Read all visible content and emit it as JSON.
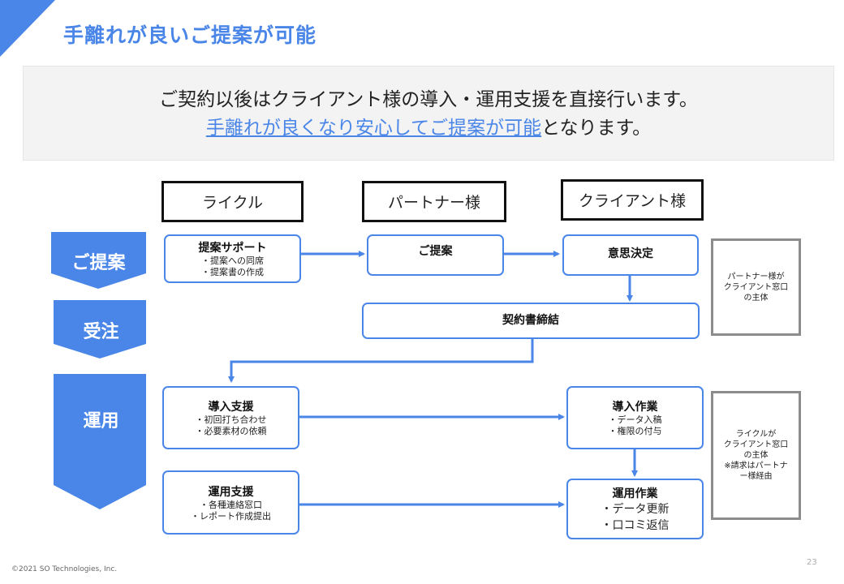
{
  "title": "手離れが良いご提案が可能",
  "lead": {
    "line1": "ご契約以後はクライアント様の導入・運用支援を直接行います。",
    "line2_highlight": "手離れが良くなり安心してご提案が可能",
    "line2_rest": "となります。"
  },
  "columns": [
    "ライクル",
    "パートナー様",
    "クライアント様"
  ],
  "phases": [
    "ご提案",
    "受注",
    "運用"
  ],
  "boxes": {
    "proposal_support": {
      "title": "提案サポート",
      "lines": [
        "・提案への同席",
        "・提案書の作成"
      ]
    },
    "proposal": {
      "title": "ご提案"
    },
    "decision": {
      "title": "意思決定"
    },
    "contract": {
      "title": "契約書締結"
    },
    "intro_support": {
      "title": "導入支援",
      "lines": [
        "・初回打ち合わせ",
        "・必要素材の依頼"
      ]
    },
    "ops_support": {
      "title": "運用支援",
      "lines": [
        "・各種連絡窓口",
        "・レポート作成提出"
      ]
    },
    "intro_work": {
      "title": "導入作業",
      "lines": [
        "・データ入稿",
        "・権限の付与"
      ]
    },
    "ops_work": {
      "title": "運用作業",
      "lines": [
        "・データ更新",
        "・口コミ返信"
      ]
    }
  },
  "notes": {
    "partner": [
      "パートナー様が",
      "クライアント窓口",
      "の主体"
    ],
    "raikuru": [
      "ライクルが",
      "クライアント窓口",
      "の主体",
      "※請求はパートナ",
      "ー様経由"
    ]
  },
  "colors": {
    "accent": "#4a86e8",
    "lead_bg": "#f3f3f3",
    "note_border": "#8c8c8c"
  },
  "footer": "©2021 SO Technologies, Inc.",
  "page_number": "23"
}
